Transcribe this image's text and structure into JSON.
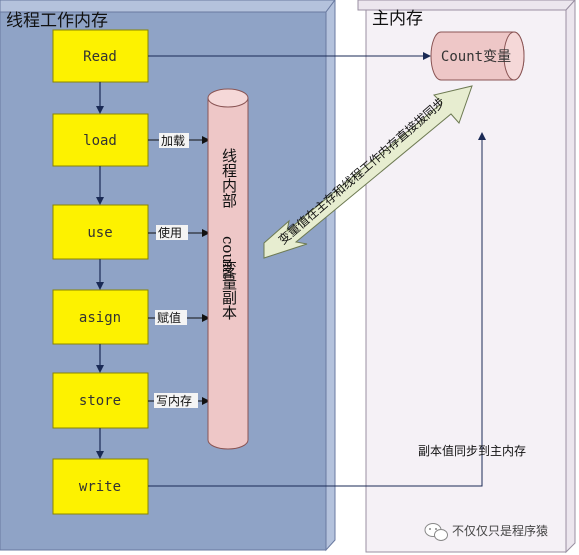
{
  "left_panel": {
    "title": "线程工作内存"
  },
  "right_panel": {
    "title": "主内存"
  },
  "operations": [
    "Read",
    "load",
    "use",
    "asign",
    "store",
    "write"
  ],
  "edge_labels": {
    "load": "加载",
    "use": "使用",
    "asign": "赋值",
    "store": "写内存"
  },
  "thread_copy": {
    "label_cn": "线程内部",
    "label_var": "count",
    "label_cn2": "变量副本"
  },
  "main_var": {
    "label": "Count变量"
  },
  "sync_arrow": {
    "label": "变量值在主存和线程工作内存直接拔同步"
  },
  "write_note": {
    "label": "副本值同步到主内存"
  },
  "watermark": {
    "label": "不仅仅只是程序猿"
  },
  "colors": {
    "left_panel_fill": "#8fa3c6",
    "left_panel_side": "#b4c2dc",
    "right_panel_fill": "#f5f1f6",
    "box_fill": "#fdf200",
    "cylinder_fill": "#eec7c7",
    "sync_arrow_fill": "#e7edd0"
  }
}
